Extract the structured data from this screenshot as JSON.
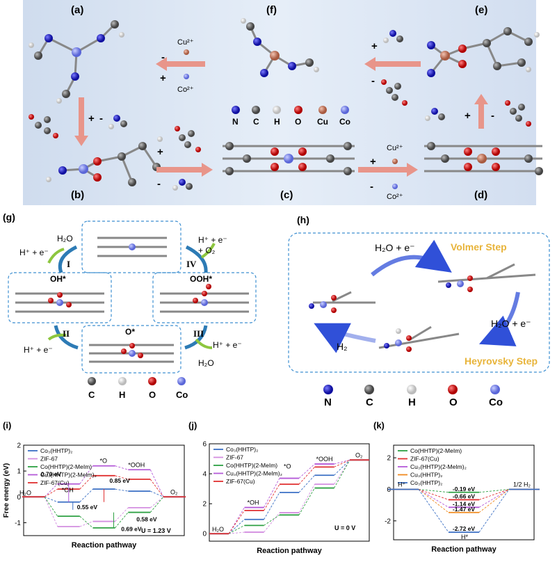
{
  "colors": {
    "top_panel_bg": "#d9e4f1",
    "arrow": "#e8958a",
    "dash": "#3d8fd1",
    "N": "#2525cc",
    "C": "#555555",
    "H": "#eeeeee",
    "O": "#d21c1c",
    "Cu": "#c97a62",
    "Co": "#7a86e8",
    "green_arrow": "#8dc63f",
    "blue_arrow": "#2d7bb5",
    "heyrovsky": "#e8b43a"
  },
  "top": {
    "labels": {
      "a": "(a)",
      "b": "(b)",
      "c": "(c)",
      "d": "(d)",
      "e": "(e)",
      "f": "(f)"
    },
    "signs": {
      "plus": "+",
      "minus": "-"
    },
    "ions": {
      "cu": "Cu²⁺",
      "co": "Co²⁺"
    },
    "legend": [
      "N",
      "C",
      "H",
      "O",
      "Cu",
      "Co"
    ]
  },
  "g": {
    "label": "(g)",
    "h2o": "H₂O",
    "hpe": "H⁺ + e⁻",
    "hpe_o2_a": "H⁺ + e⁻",
    "hpe_o2_b": "+ O₂",
    "steps": [
      "I",
      "II",
      "III",
      "IV"
    ],
    "states": [
      "OH*",
      "OOH*",
      "O*"
    ],
    "legend": [
      "C",
      "H",
      "O",
      "Co"
    ]
  },
  "h": {
    "label": "(h)",
    "h2o_e": "H₂O + e⁻",
    "volmer": "Volmer Step",
    "heyrovsky": "Heyrovsky Step",
    "h2": "H₂",
    "legend": [
      "N",
      "C",
      "H",
      "O",
      "Co"
    ]
  },
  "chart_data": [
    {
      "panel": "(i)",
      "type": "line",
      "xlabel": "Reaction pathway",
      "ylabel": "Free energy (eV)",
      "ylim": [
        -1.5,
        2.0
      ],
      "yticks": [
        -1,
        0,
        1,
        2
      ],
      "x": [
        "H2O",
        "*OH",
        "*O",
        "*OOH",
        "O2"
      ],
      "x_display": [
        "H₂O",
        "*OH",
        "*O",
        "*OOH",
        "O₂"
      ],
      "series": [
        {
          "name": "Co₃(HHTP)₂",
          "color": "#3a6fc4",
          "values": [
            0,
            -0.2,
            0.3,
            0.22,
            0
          ]
        },
        {
          "name": "ZIF-67",
          "color": "#d38ee0",
          "values": [
            0,
            -1.15,
            -0.95,
            -0.42,
            0
          ]
        },
        {
          "name": "Co(HHTP)(2-MeIm)",
          "color": "#2ea043",
          "values": [
            0,
            -0.75,
            -1.2,
            -0.6,
            0
          ]
        },
        {
          "name": "Cu₃(HHTP)(2-MeIm)₂",
          "color": "#b45ad8",
          "values": [
            0,
            0.5,
            1.2,
            1.05,
            0
          ]
        },
        {
          "name": "ZIF-67(Cu)",
          "color": "#e03030",
          "values": [
            0,
            0.3,
            0.82,
            0.68,
            0
          ]
        }
      ],
      "annotations": [
        "0.70 eV",
        "0.85 eV",
        "0.55 eV",
        "0.58 eV",
        "0.69 eV"
      ],
      "note": "U = 1.23 V"
    },
    {
      "panel": "(j)",
      "type": "line",
      "xlabel": "Reaction pathway",
      "ylim": [
        -0.5,
        6.0
      ],
      "yticks": [
        0,
        2,
        4,
        6
      ],
      "x": [
        "H2O",
        "*OH",
        "*O",
        "*OOH",
        "O2"
      ],
      "x_display": [
        "H₂O",
        "*OH",
        "*O",
        "*OOH",
        "O₂"
      ],
      "series": [
        {
          "name": "Co₃(HHTP)₂",
          "color": "#3a6fc4",
          "values": [
            0,
            0.95,
            2.75,
            3.9,
            4.92
          ]
        },
        {
          "name": "ZIF-67",
          "color": "#d38ee0",
          "values": [
            0,
            0.1,
            1.4,
            3.3,
            4.92
          ]
        },
        {
          "name": "Co(HHTP)(2-MeIm)",
          "color": "#2ea043",
          "values": [
            0,
            0.55,
            1.25,
            3.05,
            4.92
          ]
        },
        {
          "name": "Cu₃(HHTP)(2-MeIm)₂",
          "color": "#b45ad8",
          "values": [
            0,
            1.75,
            3.7,
            4.65,
            4.92
          ]
        },
        {
          "name": "ZIF-67(Cu)",
          "color": "#e03030",
          "values": [
            0,
            1.55,
            3.3,
            4.45,
            4.92
          ]
        }
      ],
      "note": "U = 0 V"
    },
    {
      "panel": "(k)",
      "type": "line",
      "xlabel": "Reaction pathway",
      "ylim": [
        -3.2,
        2.8
      ],
      "yticks": [
        -2,
        0,
        2
      ],
      "x": [
        "H+",
        "H*",
        "1/2 H2"
      ],
      "x_display": [
        "H⁺",
        "H*",
        "1/2 H₂"
      ],
      "series": [
        {
          "name": "Co(HHTP)(2-MeIm)",
          "color": "#2ea043",
          "values": [
            0,
            -0.19,
            0
          ],
          "label": "-0.19 eV"
        },
        {
          "name": "ZIF-67(Cu)",
          "color": "#e03030",
          "values": [
            0,
            -0.66,
            0
          ],
          "label": "-0.66 eV"
        },
        {
          "name": "Cu₃(HHTP)(2-MeIm)₂",
          "color": "#b45ad8",
          "values": [
            0,
            -1.14,
            0
          ],
          "label": "-1.14 eV"
        },
        {
          "name": "Cu₃(HHTP)₂",
          "color": "#f08a1e",
          "values": [
            0,
            -1.47,
            0
          ],
          "label": "-1.47 eV"
        },
        {
          "name": "Co₃(HHTP)₂",
          "color": "#3a6fc4",
          "values": [
            0,
            -2.72,
            0
          ],
          "label": "-2.72 eV"
        }
      ]
    }
  ],
  "panel_labels": {
    "i": "(i)",
    "j": "(j)",
    "k": "(k)"
  }
}
